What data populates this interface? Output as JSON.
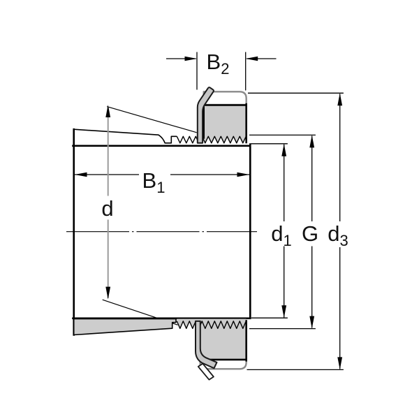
{
  "diagram": {
    "kind": "adapter-sleeve cross-section drawing",
    "labels": {
      "b2": {
        "base": "B",
        "sub": "2"
      },
      "b1": {
        "base": "B",
        "sub": "1"
      },
      "d": {
        "base": "d",
        "sub": ""
      },
      "d1": {
        "base": "d",
        "sub": "1"
      },
      "g": {
        "base": "G",
        "sub": ""
      },
      "d3": {
        "base": "d",
        "sub": "3"
      }
    },
    "colors": {
      "bg": "#ffffff",
      "line": "#000000",
      "part": "#cdcdcd",
      "washer": "#c6c6c6",
      "washerline": "#1a1a1a",
      "capline": "#8a8a8a",
      "dimgray": "#9b9b9b"
    }
  }
}
